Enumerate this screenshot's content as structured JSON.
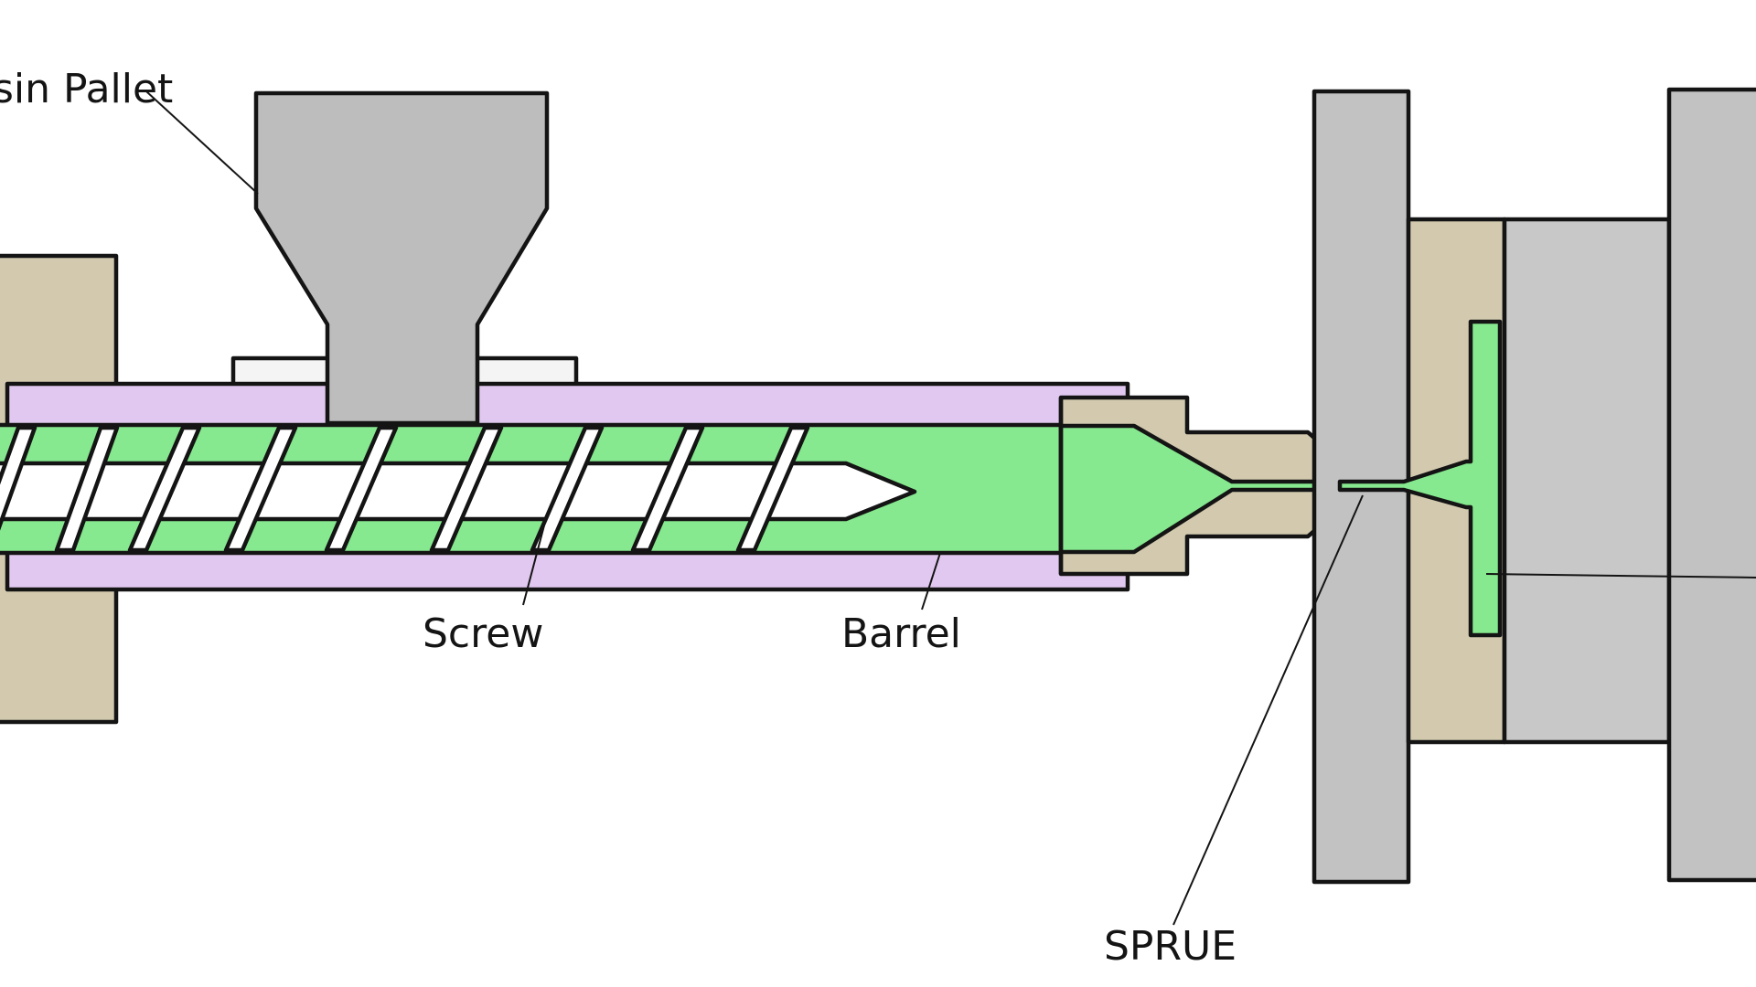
{
  "labels": {
    "resin_pallet": "sin Pallet",
    "screw": "Screw",
    "barrel": "Barrel",
    "sprue": "SPRUE"
  },
  "colors": {
    "background": "#ffffff",
    "outline": "#141414",
    "hopper": "#bdbdbd",
    "barrel": "#e1c8f0",
    "melt": "#86e88f",
    "screw_core": "#ffffff",
    "tan_block": "#d2c9ae",
    "platen": "#c2c2c2",
    "mold_plate": "#c8c8c8"
  }
}
